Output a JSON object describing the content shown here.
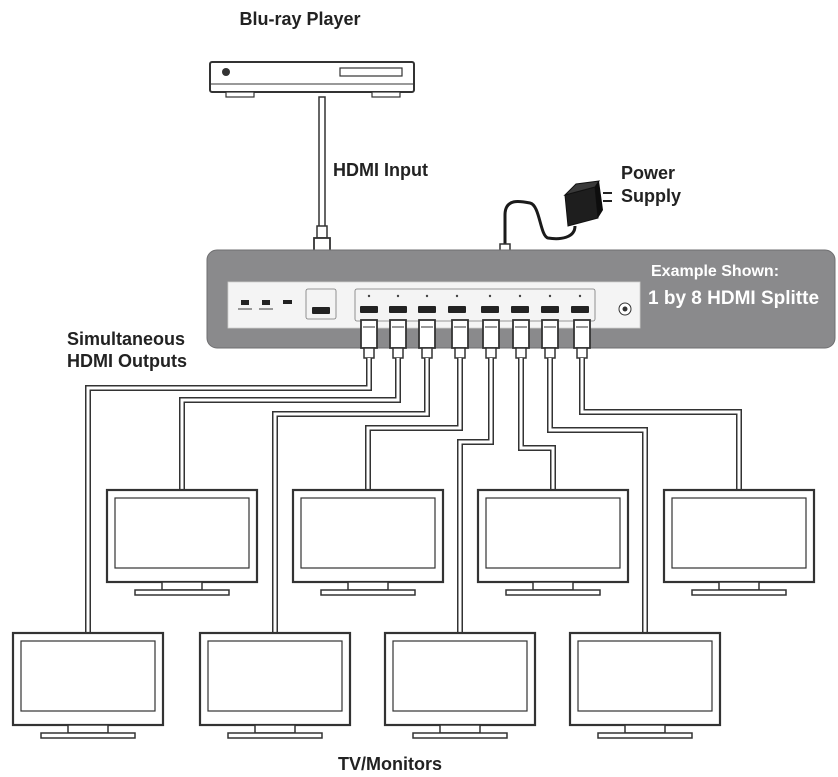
{
  "labels": {
    "source": "Blu-ray Player",
    "input": "HDMI Input",
    "power_line1": "Power",
    "power_line2": "Supply",
    "example_line1": "Example Shown:",
    "example_line2": "1 by 8 HDMI Splitte",
    "outputs_line1": "Simultaneous",
    "outputs_line2": "HDMI Outputs",
    "displays": "TV/Monitors"
  },
  "splitter": {
    "output_count": 8,
    "display_count": 8
  },
  "colors": {
    "splitter_body": "#8a8a8c",
    "panel": "#f4f4f4",
    "line": "#333333",
    "cable_fill": "#ffffff"
  }
}
